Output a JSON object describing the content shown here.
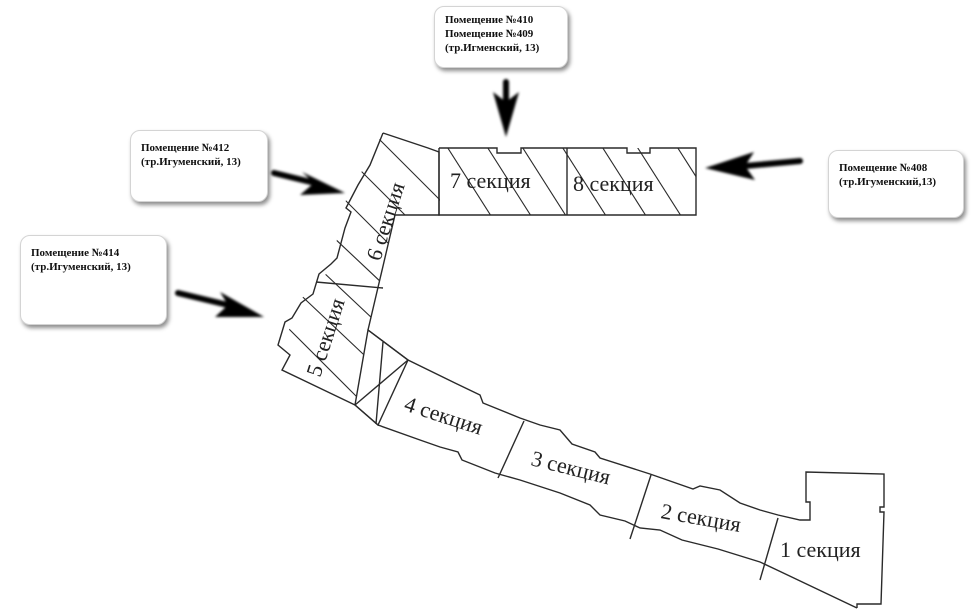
{
  "callouts": [
    {
      "id": "callout-410-409",
      "lines": [
        "Помещение №410",
        "Помещение №409",
        "(тр.Игменский, 13)"
      ],
      "points_to": "7 секция"
    },
    {
      "id": "callout-412",
      "lines": [
        "Помещение №412",
        "(тр.Игуменский, 13)"
      ],
      "points_to": "6 секция"
    },
    {
      "id": "callout-408",
      "lines": [
        "Помещение №408",
        "(тр.Игуменский,13)"
      ],
      "points_to": "8 секция"
    },
    {
      "id": "callout-414",
      "lines": [
        "Помещение №414",
        "(тр.Игуменский, 13)"
      ],
      "points_to": "5 секция"
    }
  ],
  "sections": [
    {
      "number": 1,
      "label": "1 секция",
      "hatched": false
    },
    {
      "number": 2,
      "label": "2 секция",
      "hatched": false
    },
    {
      "number": 3,
      "label": "3 секция",
      "hatched": false
    },
    {
      "number": 4,
      "label": "4 секция",
      "hatched": false
    },
    {
      "number": 5,
      "label": "5 секция",
      "hatched": true
    },
    {
      "number": 6,
      "label": "6 секция",
      "hatched": true
    },
    {
      "number": 7,
      "label": "7 секция",
      "hatched": true
    },
    {
      "number": 8,
      "label": "8 секция",
      "hatched": true
    }
  ],
  "colors": {
    "outline": "#2a2a2a",
    "arrow": "#000000",
    "callout_bg": "#ffffff"
  }
}
